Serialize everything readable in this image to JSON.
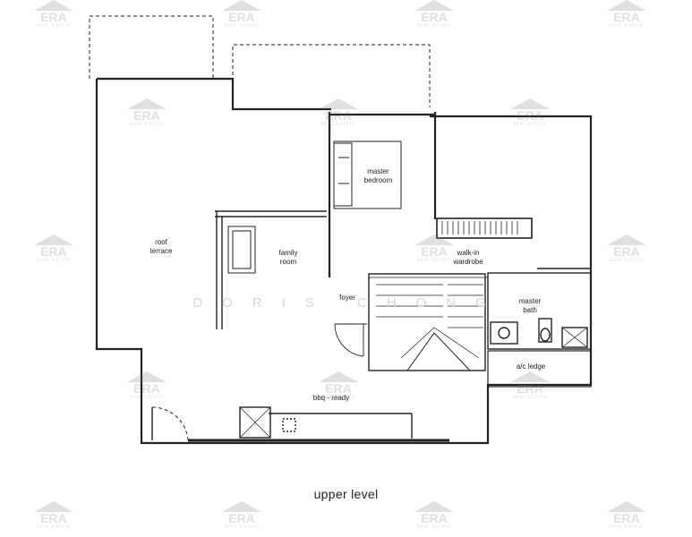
{
  "rooms": {
    "roof_terrace": "roof\nterrace",
    "master_bedroom": "master\nbedroom",
    "family_room": "family\nroom",
    "walk_in_wardrobe": "walk-in\nwardrobe",
    "foyer": "foyer",
    "master_bath": "master\nbath",
    "ac_ledge": "a/c ledge",
    "bbq_ready": "bbq - ready"
  },
  "caption": "upper level",
  "watermark": {
    "brand": "ERA",
    "subtitle": "REAL ESTATE",
    "agent": "DORIS CHONG"
  },
  "colors": {
    "line": "#222222",
    "watermark": "#777777"
  }
}
